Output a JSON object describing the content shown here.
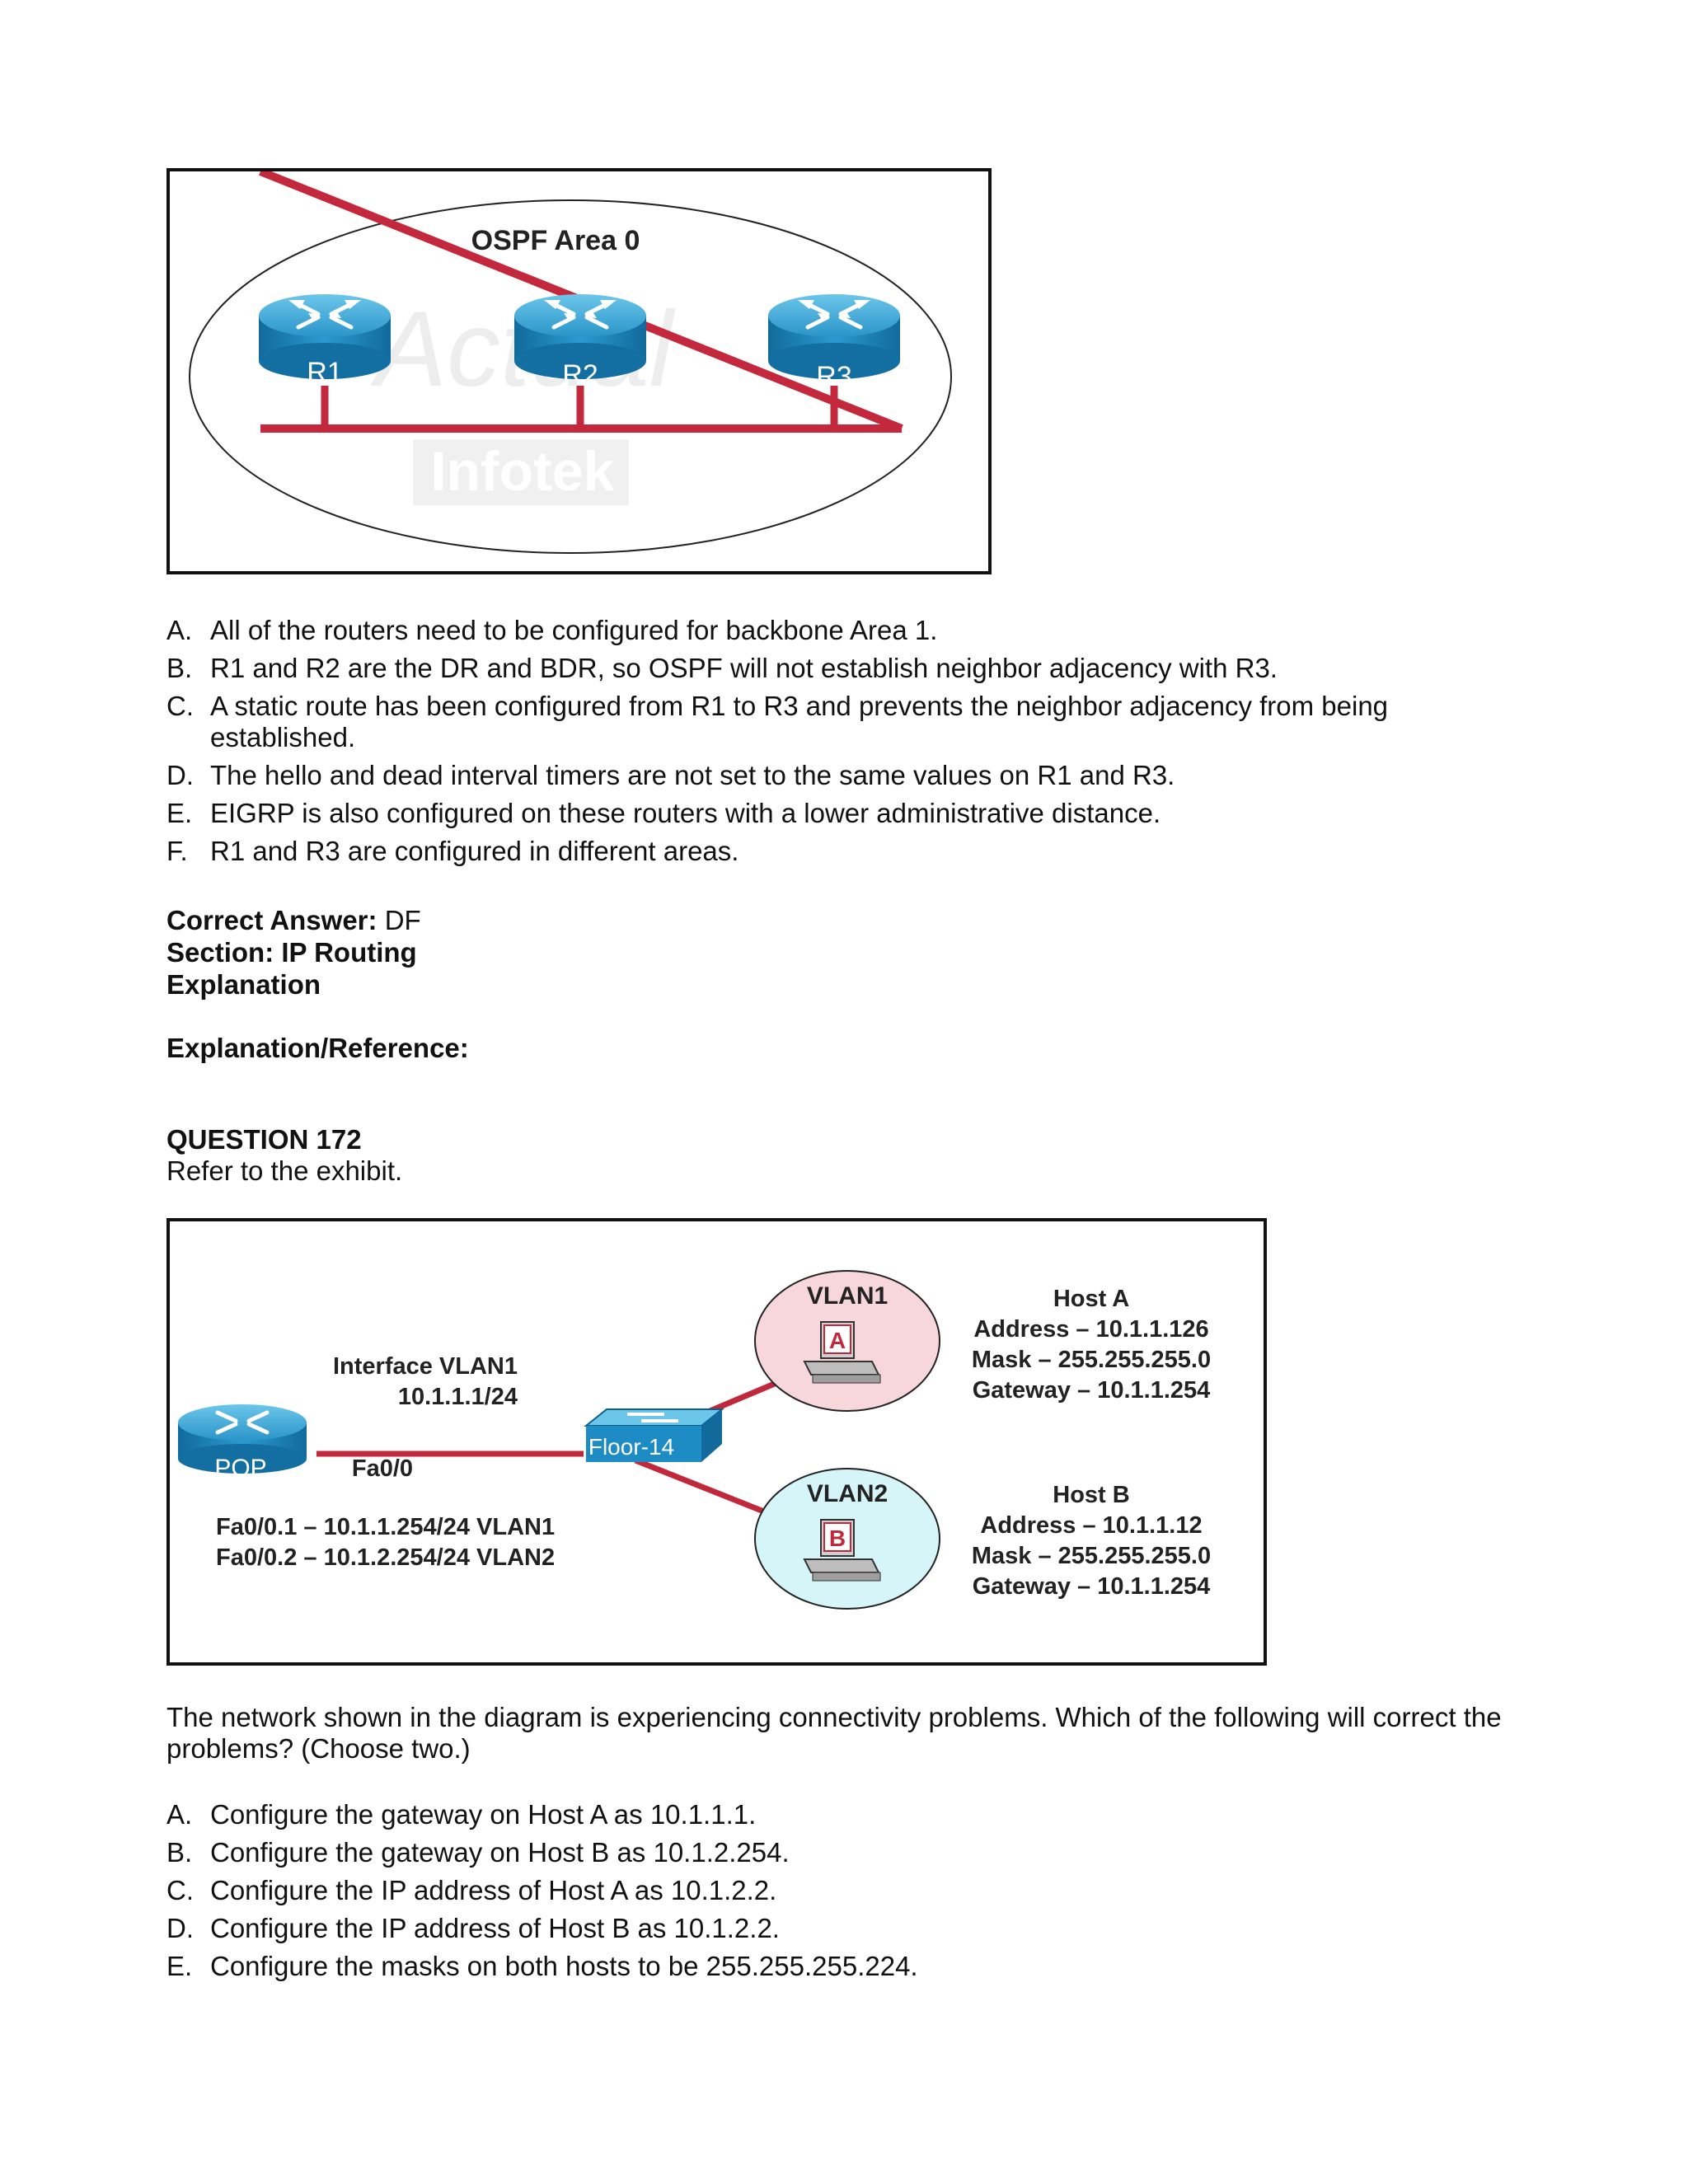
{
  "exhibit1": {
    "area_label": "OSPF Area 0",
    "routers": [
      "R1",
      "R2",
      "R3"
    ],
    "watermark": [
      "Actual",
      "Infotek"
    ]
  },
  "q171_options": [
    {
      "letter": "A.",
      "text": "All of the routers need to be configured for backbone Area 1."
    },
    {
      "letter": "B.",
      "text": "R1 and R2 are the DR and BDR, so OSPF will not establish neighbor adjacency with R3."
    },
    {
      "letter": "C.",
      "text": "A static route has been configured from R1 to R3 and prevents the neighbor adjacency from being established."
    },
    {
      "letter": "D.",
      "text": "The hello and dead interval timers are not set to the same values on R1 and R3."
    },
    {
      "letter": "E.",
      "text": "EIGRP is also configured on these routers with a lower administrative distance."
    },
    {
      "letter": "F.",
      "text": "R1 and R3 are configured in different areas."
    }
  ],
  "answer": {
    "correct_label": "Correct Answer:",
    "correct_value": "DF",
    "section": "Section: IP Routing",
    "explanation": "Explanation",
    "reference": "Explanation/Reference:"
  },
  "q172": {
    "title": "QUESTION 172",
    "intro": "Refer to the exhibit.",
    "question": "The network shown in the diagram is experiencing connectivity problems. Which of the following will correct the problems? (Choose two.)",
    "options": [
      {
        "letter": "A.",
        "text": "Configure the gateway on Host A as 10.1.1.1."
      },
      {
        "letter": "B.",
        "text": "Configure the gateway on Host B as 10.1.2.254."
      },
      {
        "letter": "C.",
        "text": "Configure the IP address of Host A as 10.1.2.2."
      },
      {
        "letter": "D.",
        "text": "Configure the IP address of Host B as 10.1.2.2."
      },
      {
        "letter": "E.",
        "text": "Configure the masks on both hosts to be 255.255.255.224."
      }
    ]
  },
  "exhibit2": {
    "router_label": "POP",
    "router_port": "Fa0/0",
    "subif1": "Fa0/0.1 – 10.1.1.254/24 VLAN1",
    "subif2": "Fa0/0.2 – 10.1.2.254/24 VLAN2",
    "switch_label": "Floor-14",
    "iface_title": "Interface VLAN1",
    "iface_addr": "10.1.1.1/24",
    "vlan1": "VLAN1",
    "vlan2": "VLAN2",
    "host_a_letter": "A",
    "host_b_letter": "B",
    "host_a": {
      "title": "Host A",
      "address": "Address – 10.1.1.126",
      "mask": "Mask – 255.255.255.0",
      "gateway": "Gateway – 10.1.1.254"
    },
    "host_b": {
      "title": "Host B",
      "address": "Address – 10.1.1.12",
      "mask": "Mask – 255.255.255.0",
      "gateway": "Gateway – 10.1.1.254"
    },
    "colors": {
      "link": "#c0283b",
      "vlan1_fill": "#f8d7dc",
      "vlan2_fill": "#d5f5f8",
      "device": "#1e8cc4"
    }
  }
}
